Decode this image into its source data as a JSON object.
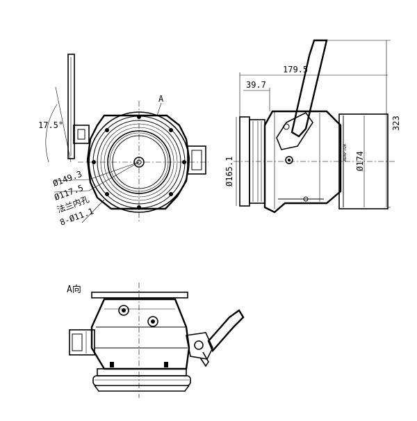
{
  "front_view": {
    "angle": "17.5°",
    "view_marker": "A",
    "dim_outer": "Ø149.3",
    "dim_inner": "Ø117.5",
    "note_flange_bore": "法兰内孔",
    "note_holes": "8-Ø11.1"
  },
  "side_view": {
    "dim_length": "179.5",
    "dim_offset": "39.7",
    "dim_height": "323",
    "dim_left_dia": "Ø165.1",
    "dim_right_dia": "Ø174"
  },
  "a_view": {
    "label": "A向"
  }
}
